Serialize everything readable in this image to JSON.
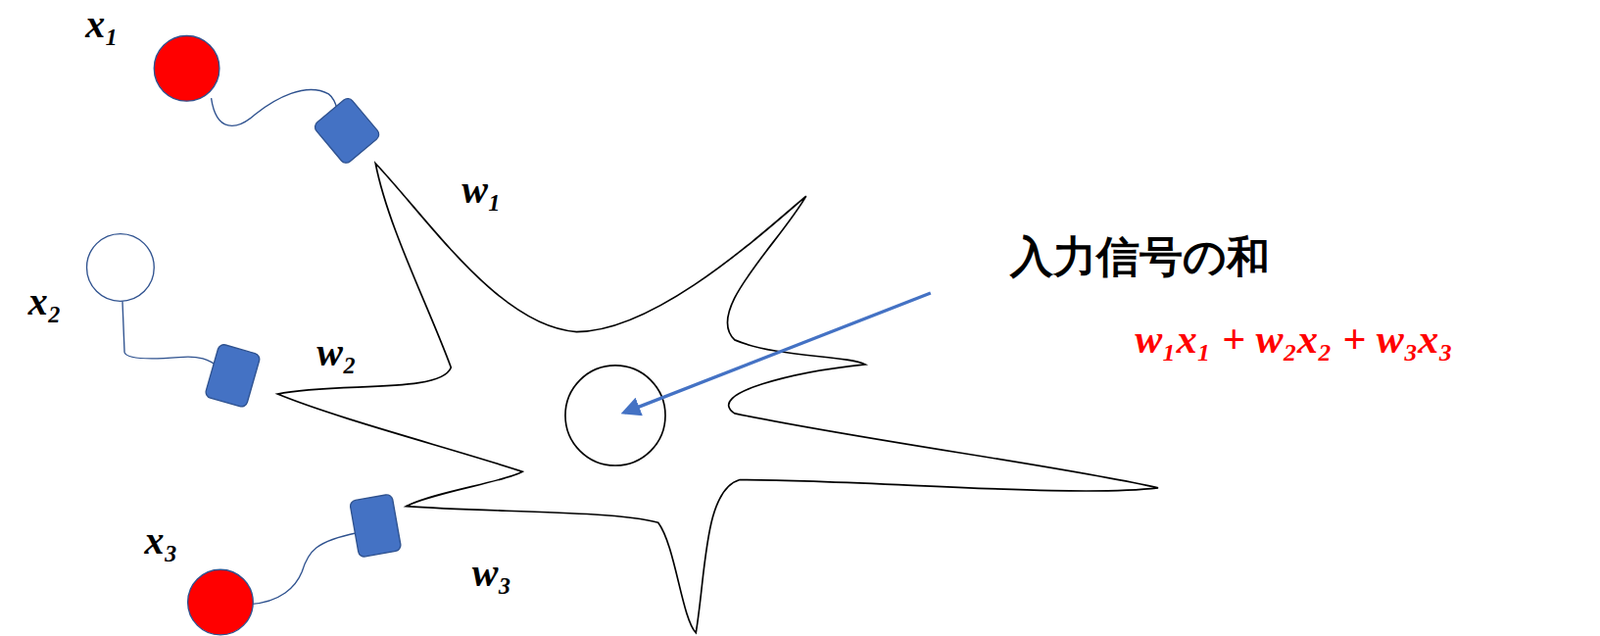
{
  "diagram": {
    "labels": [
      "x₁",
      "w₁",
      "x₂",
      "w₂",
      "x₃",
      "w₃",
      "入力信号の和",
      "w₁x₁ + w₂x₂ + w₃x₃"
    ]
  }
}
